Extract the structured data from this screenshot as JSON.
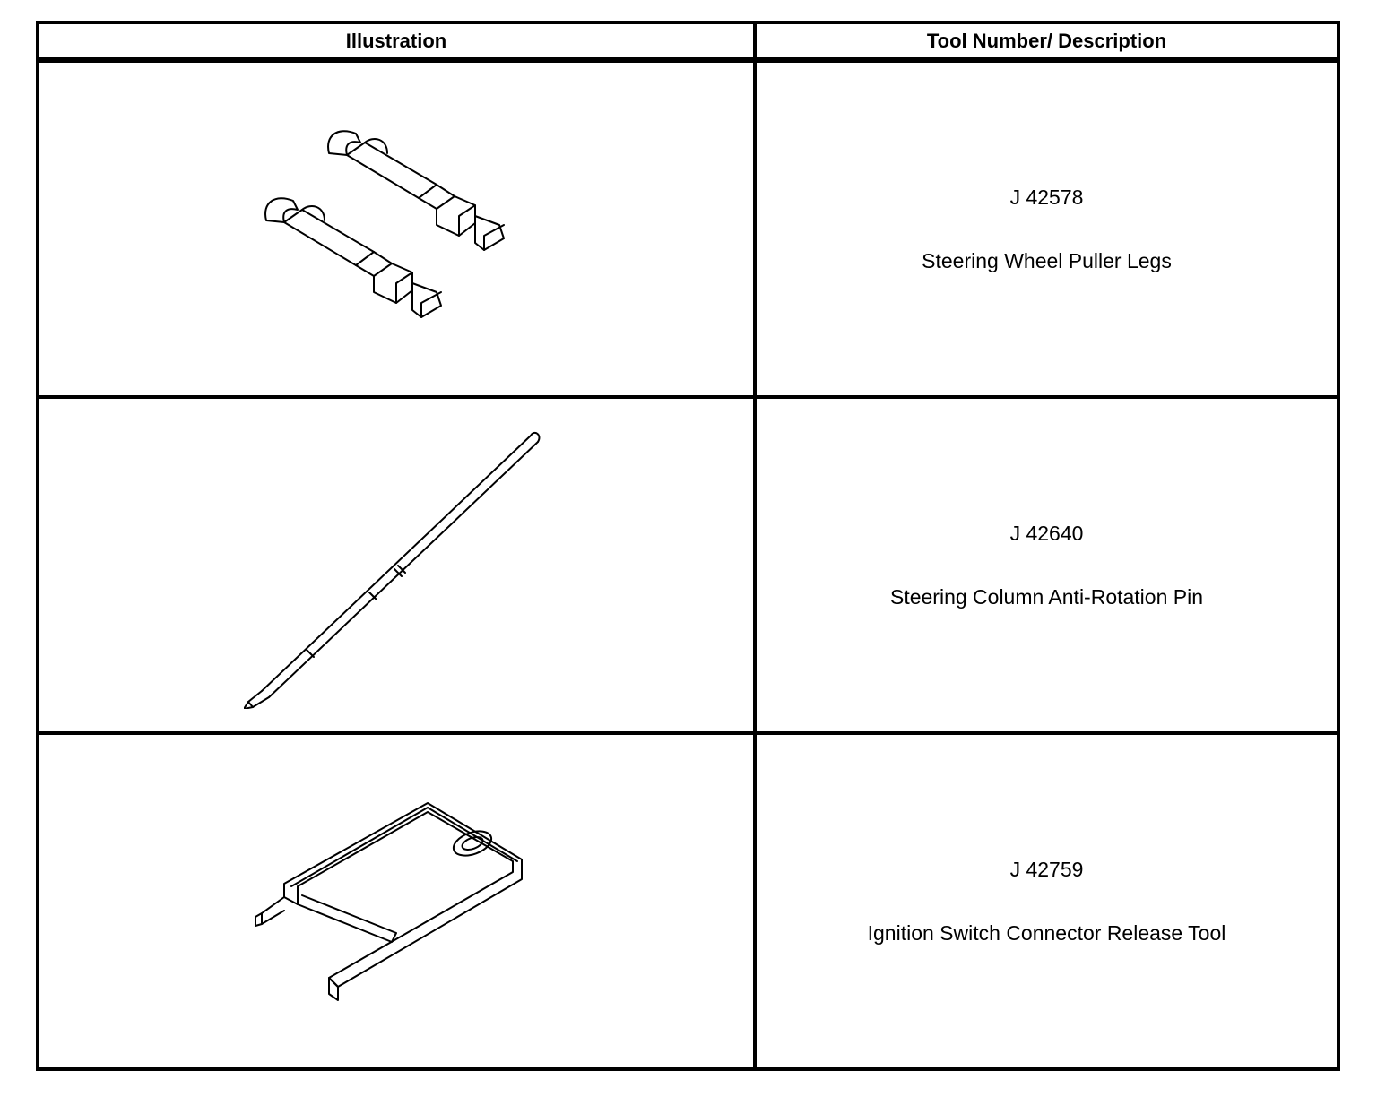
{
  "table": {
    "headers": {
      "illustration": "Illustration",
      "tool": "Tool Number/ Description"
    },
    "rows": [
      {
        "number": "J 42578",
        "description": "Steering Wheel Puller Legs",
        "icon": "puller-legs-icon"
      },
      {
        "number": "J 42640",
        "description": "Steering Column Anti-Rotation Pin",
        "icon": "anti-rotation-pin-icon"
      },
      {
        "number": "J 42759",
        "description": "Ignition Switch Connector Release Tool",
        "icon": "release-tool-icon"
      }
    ]
  }
}
